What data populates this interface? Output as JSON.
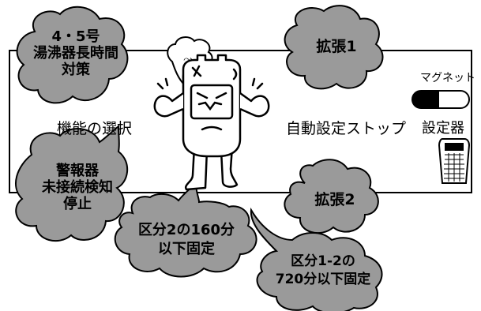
{
  "colors": {
    "cloud_fill": "#9a9a9a",
    "line": "#000000",
    "background": "#ffffff"
  },
  "diagram": {
    "left_label": "機能の選択",
    "right_label": "自動設定ストップ",
    "clouds": {
      "countermeasure": [
        "4・5号",
        "湯沸器長時間",
        "対策"
      ],
      "alarm_stop": [
        "警報器",
        "未接続検知",
        "停止"
      ],
      "expansion1": "拡張1",
      "expansion2": "拡張2",
      "section2_fixed": [
        "区分2の160分",
        "以下固定"
      ],
      "section12_fixed": [
        "区分1-2の",
        "720分以下固定"
      ]
    },
    "magnet_label": "マグネット",
    "configurator_label": "設定器",
    "icons": [
      "meter-character-icon",
      "magnet-icon",
      "configurator-device-icon"
    ]
  }
}
